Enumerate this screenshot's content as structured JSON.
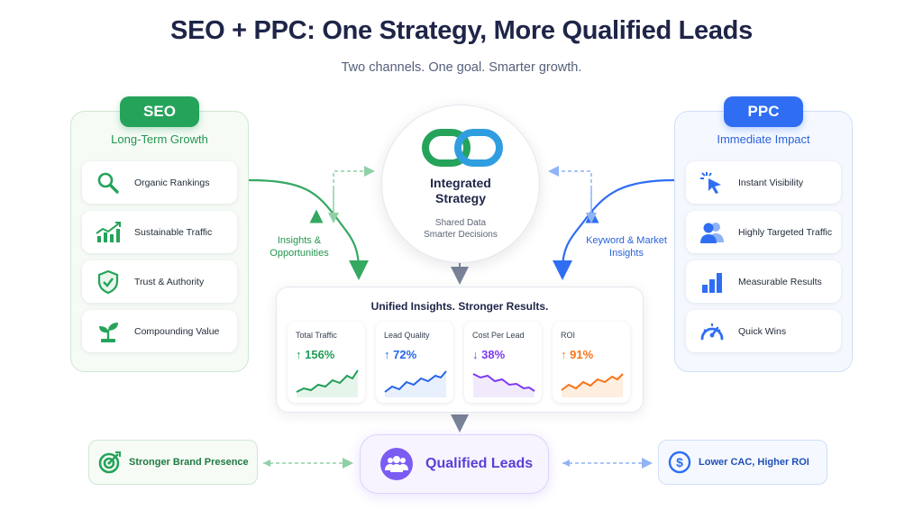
{
  "header": {
    "title": "SEO + PPC: One Strategy, More Qualified Leads",
    "subtitle": "Two channels. One goal. Smarter growth."
  },
  "seo": {
    "badge": "SEO",
    "subtitle": "Long-Term Growth",
    "items": [
      {
        "label": "Organic Rankings",
        "icon": "magnifier-icon"
      },
      {
        "label": "Sustainable Traffic",
        "icon": "growth-chart-icon"
      },
      {
        "label": "Trust & Authority",
        "icon": "shield-check-icon"
      },
      {
        "label": "Compounding Value",
        "icon": "sprout-icon"
      }
    ]
  },
  "ppc": {
    "badge": "PPC",
    "subtitle": "Immediate Impact",
    "items": [
      {
        "label": "Instant Visibility",
        "icon": "cursor-click-icon"
      },
      {
        "label": "Highly Targeted Traffic",
        "icon": "users-icon"
      },
      {
        "label": "Measurable Results",
        "icon": "bar-chart-icon"
      },
      {
        "label": "Quick Wins",
        "icon": "speedometer-icon"
      }
    ]
  },
  "center": {
    "title_line1": "Integrated",
    "title_line2": "Strategy",
    "line1": "Shared Data",
    "line2": "Smarter Decisions",
    "icon": "chain-link-icon"
  },
  "flows": {
    "left_line1": "Insights &",
    "left_line2": "Opportunities",
    "right_line1": "Keyword & Market",
    "right_line2": "Insights"
  },
  "metrics": {
    "title": "Unified Insights. Stronger Results.",
    "cards": [
      {
        "label": "Total Traffic",
        "value": "↑ 156%",
        "color": "#1f9d55"
      },
      {
        "label": "Lead Quality",
        "value": "↑ 72%",
        "color": "#2563eb"
      },
      {
        "label": "Cost Per Lead",
        "value": "↓ 38%",
        "color": "#7c3aed"
      },
      {
        "label": "ROI",
        "value": "↑ 91%",
        "color": "#f97316"
      }
    ]
  },
  "outcomes": {
    "leads_label": "Qualified Leads",
    "brand_label": "Stronger Brand Presence",
    "cac_label": "Lower CAC, Higher ROI"
  },
  "colors": {
    "seo_green": "#25a35a",
    "ppc_blue": "#2f6ef2",
    "leads_purple": "#7b5cf3",
    "roi_orange": "#f97316"
  }
}
